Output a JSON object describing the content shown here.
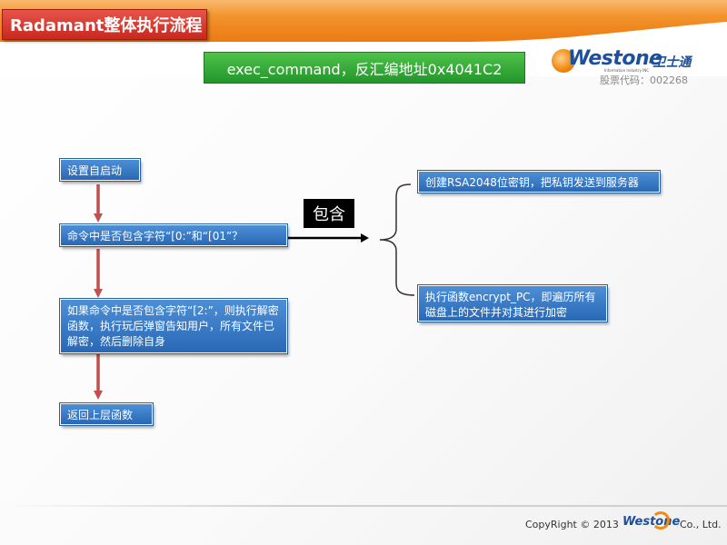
{
  "header": {
    "title": "Radamant整体执行流程",
    "subtitle": "exec_command，反汇编地址0x4041C2"
  },
  "logo": {
    "brand": "Westone",
    "brand_cn": "·卫士通",
    "tagline": "Information Industry INC",
    "stock": "股票代码：002268"
  },
  "flow": {
    "step1": "设置自启动",
    "step2": "命令中是否包含字符“[0:”和“[01”？",
    "step3": "如果命令中是否包含字符“[2:”，则执行解密函数，执行玩后弹窗告知用户，所有文件已解密，然后删除自身",
    "step4": "返回上层函数",
    "connector_label": "包含",
    "branch1": "创建RSA2048位密钥，把私钥发送到服务器",
    "branch2": "执行函数encrypt_PC，即遍历所有磁盘上的文件并对其进行加密"
  },
  "footer": {
    "copyright": "CopyRight © 2013",
    "logo": "Westone",
    "suffix": "Co., Ltd."
  }
}
